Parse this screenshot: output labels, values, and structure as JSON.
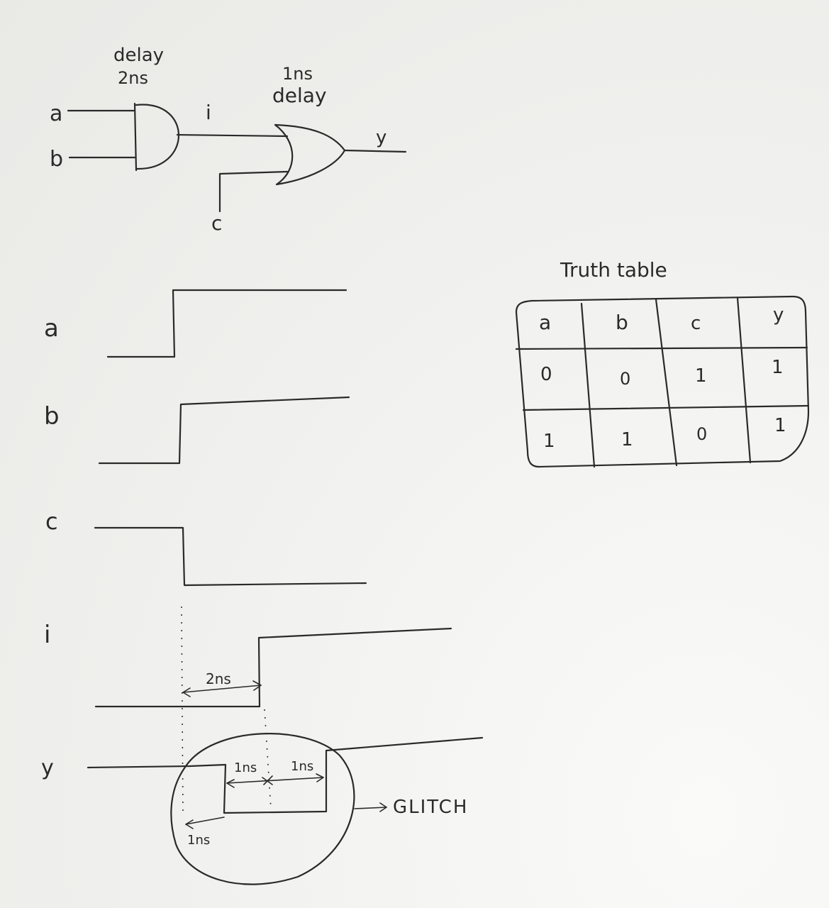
{
  "circuit": {
    "input_a": "a",
    "input_b": "b",
    "input_c": "c",
    "node_i": "i",
    "output_y": "y",
    "and_delay_label": "delay",
    "and_delay_value": "2ns",
    "or_delay_value": "1ns",
    "or_delay_label": "delay"
  },
  "waveforms": {
    "labels": {
      "a": "a",
      "b": "b",
      "c": "c",
      "i": "i",
      "y": "y"
    },
    "i_delay_label": "2ns",
    "y_delay_left": "1ns",
    "y_delay_mid1": "1ns",
    "y_delay_mid2": "1ns",
    "glitch_label": "GLITCH"
  },
  "truth_table": {
    "title": "Truth table",
    "headers": [
      "a",
      "b",
      "c",
      "y"
    ],
    "rows": [
      [
        "0",
        "0",
        "1",
        "1"
      ],
      [
        "1",
        "1",
        "0",
        "1"
      ]
    ]
  }
}
